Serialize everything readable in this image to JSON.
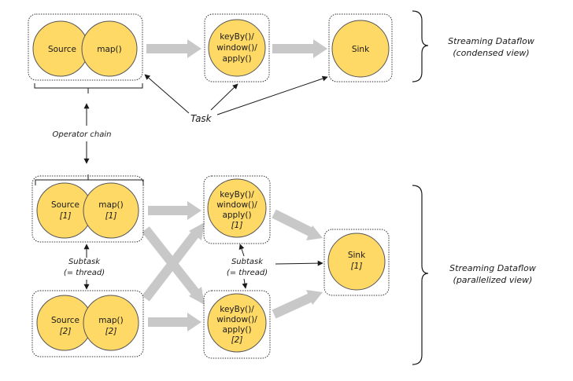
{
  "colors": {
    "operator_fill": "#ffd966",
    "operator_stroke": "#555555",
    "box_stroke": "#333333",
    "flow_arrow": "#c8c8c8",
    "pointer_arrow": "#1a1a1a"
  },
  "condensed": {
    "source": "Source",
    "map": "map()",
    "keyby": [
      "keyBy()/",
      "window()/",
      "apply()"
    ],
    "sink": "Sink"
  },
  "parallel": {
    "source1": [
      "Source",
      "[1]"
    ],
    "map1": [
      "map()",
      "[1]"
    ],
    "source2": [
      "Source",
      "[2]"
    ],
    "map2": [
      "map()",
      "[2]"
    ],
    "keyby1": [
      "keyBy()/",
      "window()/",
      "apply()",
      "[1]"
    ],
    "keyby2": [
      "keyBy()/",
      "window()/",
      "apply()",
      "[2]"
    ],
    "sink": [
      "Sink",
      "[1]"
    ]
  },
  "labels": {
    "task": "Task",
    "operator_chain": "Operator chain",
    "subtask_left": [
      "Subtask",
      "(= thread)"
    ],
    "subtask_right": [
      "Subtask",
      "(= thread)"
    ]
  },
  "side_labels": {
    "condensed": [
      "Streaming Dataflow",
      "(condensed view)"
    ],
    "parallelized": [
      "Streaming Dataflow",
      "(parallelized view)"
    ]
  }
}
